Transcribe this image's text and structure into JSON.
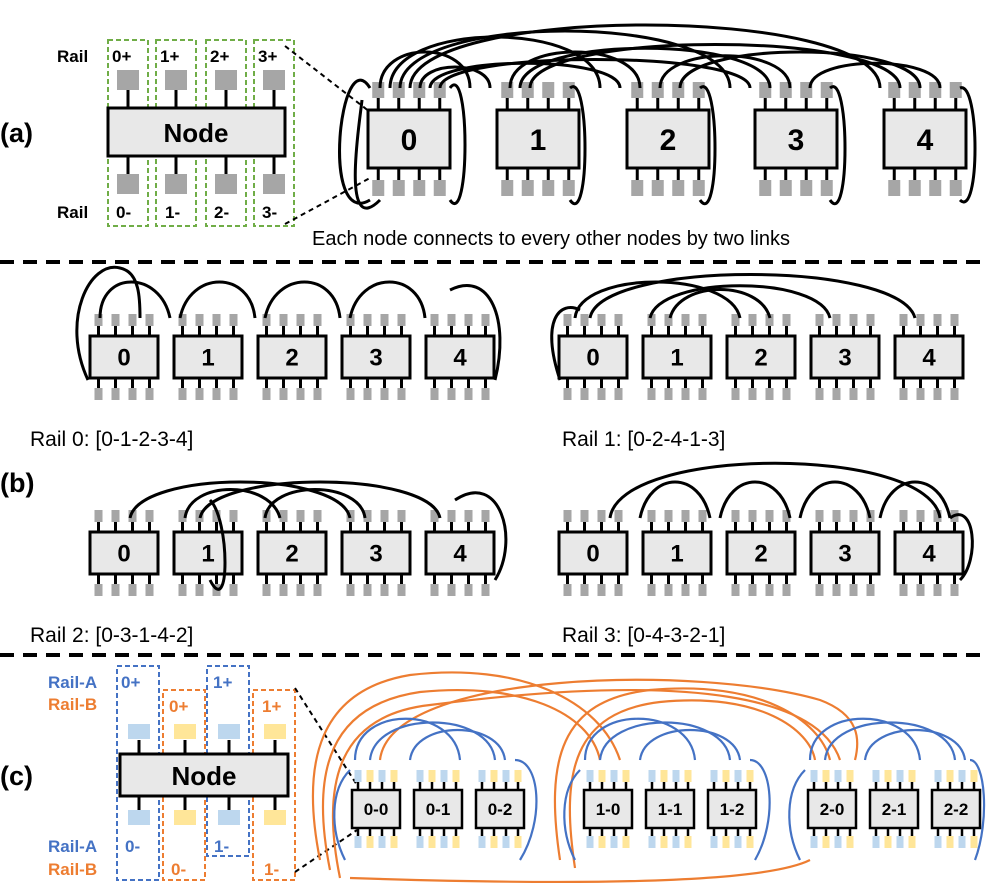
{
  "colors": {
    "black": "#000000",
    "chip_fill": "#e8e8e8",
    "pad_gray": "#a6a6a6",
    "pad_blue": "#bdd7ee",
    "pad_yellow": "#ffe699",
    "rail_a": "#4472c4",
    "rail_b": "#ed7d31",
    "rail_box_green": "#70ad47"
  },
  "section_a": {
    "label": "(a)",
    "rail_top_label": "Rail",
    "rail_bottom_label": "Rail",
    "node_label": "Node",
    "rails_top": [
      "0+",
      "1+",
      "2+",
      "3+"
    ],
    "rails_bottom": [
      "0-",
      "1-",
      "2-",
      "3-"
    ],
    "nodes": [
      "0",
      "1",
      "2",
      "3",
      "4"
    ],
    "caption": "Each node connects to every other nodes by two links"
  },
  "section_b": {
    "label": "(b)",
    "panels": [
      {
        "nodes": [
          "0",
          "1",
          "2",
          "3",
          "4"
        ],
        "caption": "Rail 0: [0-1-2-3-4]"
      },
      {
        "nodes": [
          "0",
          "1",
          "2",
          "3",
          "4"
        ],
        "caption": "Rail 1: [0-2-4-1-3]"
      },
      {
        "nodes": [
          "0",
          "1",
          "2",
          "3",
          "4"
        ],
        "caption": "Rail 2: [0-3-1-4-2]"
      },
      {
        "nodes": [
          "0",
          "1",
          "2",
          "3",
          "4"
        ],
        "caption": "Rail 3: [0-4-3-2-1]"
      }
    ]
  },
  "section_c": {
    "label": "(c)",
    "node_label": "Node",
    "rail_a_label": "Rail-A",
    "rail_b_label": "Rail-B",
    "rails_top": [
      "0+",
      "0+",
      "1+",
      "1+"
    ],
    "rails_bottom": [
      "0-",
      "0-",
      "1-",
      "1-"
    ],
    "groups": [
      [
        "0-0",
        "0-1",
        "0-2"
      ],
      [
        "1-0",
        "1-1",
        "1-2"
      ],
      [
        "2-0",
        "2-1",
        "2-2"
      ]
    ]
  }
}
